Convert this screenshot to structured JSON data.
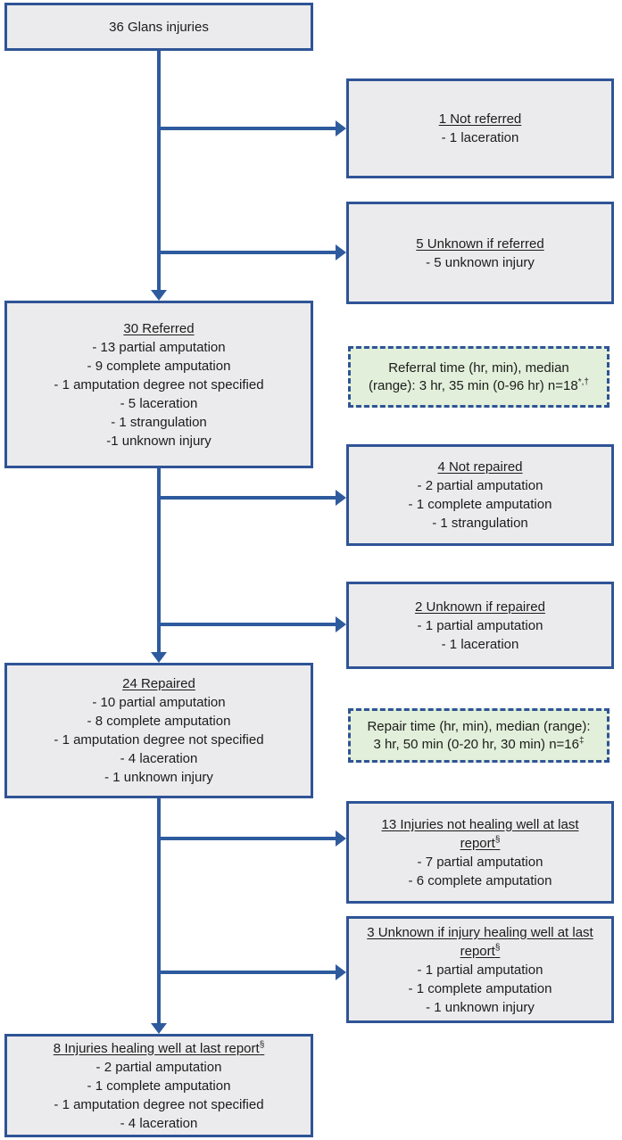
{
  "theme": {
    "line-blue": "#2e5b9e",
    "border-blue": "#2f5496",
    "box-fill": "#ebebed",
    "note-fill": "#e2efda",
    "text-color": "#1c1c1c"
  },
  "flowchart": {
    "glans": {
      "title": "36 Glans injuries"
    },
    "not_referred": {
      "title": "1 Not referred",
      "lines": [
        "- 1 laceration"
      ]
    },
    "unknown_referred": {
      "title": "5 Unknown if referred",
      "lines": [
        "- 5 unknown injury"
      ]
    },
    "referred": {
      "title": "30 Referred",
      "lines": [
        "- 13 partial amputation",
        "- 9 complete amputation",
        "- 1 amputation degree not specified",
        "- 5 laceration",
        "- 1 strangulation",
        "-1 unknown injury"
      ]
    },
    "referral_note": {
      "line1": "Referral time (hr, min), median",
      "line2": "(range): 3 hr, 35 min (0-96 hr) n=18",
      "sup": "*,†"
    },
    "not_repaired": {
      "title": "4 Not repaired",
      "lines": [
        "- 2 partial amputation",
        "- 1 complete amputation",
        "- 1 strangulation"
      ]
    },
    "unknown_repaired": {
      "title": "2 Unknown if repaired",
      "lines": [
        "- 1 partial amputation",
        "- 1 laceration"
      ]
    },
    "repaired": {
      "title": "24 Repaired",
      "lines": [
        "- 10 partial amputation",
        "- 8 complete amputation",
        "- 1 amputation degree not specified",
        "- 4 laceration",
        "- 1 unknown injury"
      ]
    },
    "repair_note": {
      "line1": "Repair time (hr, min), median (range):",
      "line2": "3 hr, 50 min (0-20 hr, 30 min) n=16",
      "sup": "‡"
    },
    "not_healing": {
      "title_line1": "13 Injuries not healing well at last",
      "title_line2": "report",
      "sup": "§",
      "lines": [
        "- 7 partial amputation",
        "- 6 complete amputation"
      ]
    },
    "unknown_healing": {
      "title_line1": "3 Unknown if injury healing well at last",
      "title_line2": "report",
      "sup": "§",
      "lines": [
        "- 1 partial amputation",
        "- 1 complete amputation",
        "- 1 unknown injury"
      ]
    },
    "healing": {
      "title": "8 Injuries healing well at last report",
      "sup": "§",
      "lines": [
        "- 2 partial amputation",
        "- 1 complete amputation",
        "- 1 amputation degree not specified",
        "- 4 laceration"
      ]
    }
  }
}
